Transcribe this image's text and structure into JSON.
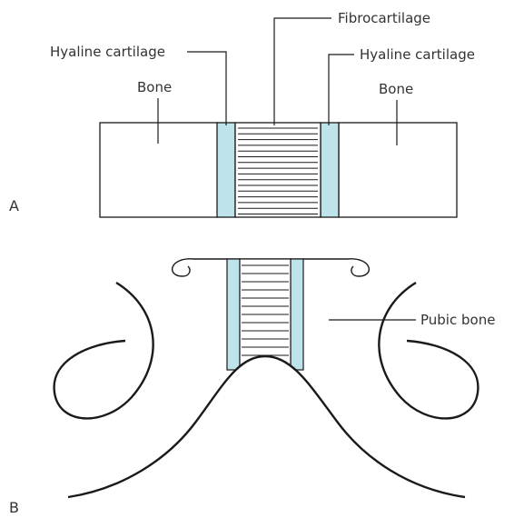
{
  "panel_a": {
    "letter": "A",
    "labels": {
      "fibrocartilage": "Fibrocartilage",
      "hyaline_left": "Hyaline cartilage",
      "hyaline_right": "Hyaline cartilage",
      "bone_left": "Bone",
      "bone_right": "Bone"
    }
  },
  "panel_b": {
    "letter": "B",
    "labels": {
      "pubic_bone": "Pubic bone"
    }
  },
  "colors": {
    "hyaline": "#bfe3ea",
    "outline": "#1a1a1a",
    "background": "#ffffff"
  }
}
